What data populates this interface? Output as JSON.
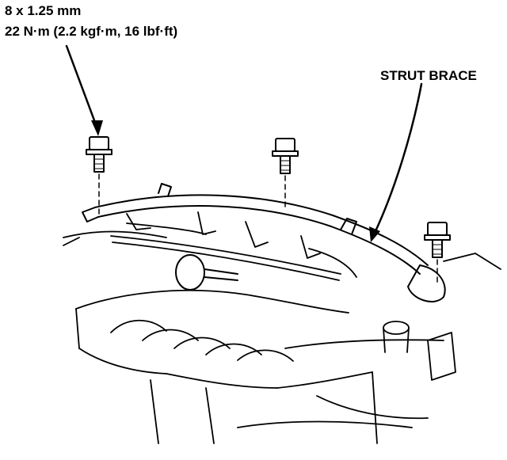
{
  "callouts": {
    "bolt_size": "8 x 1.25 mm",
    "bolt_torque": "22 N·m (2.2 kgf·m, 16 lbf·ft)",
    "part_name": "STRUT BRACE"
  },
  "colors": {
    "line": "#000000",
    "background": "#ffffff"
  }
}
